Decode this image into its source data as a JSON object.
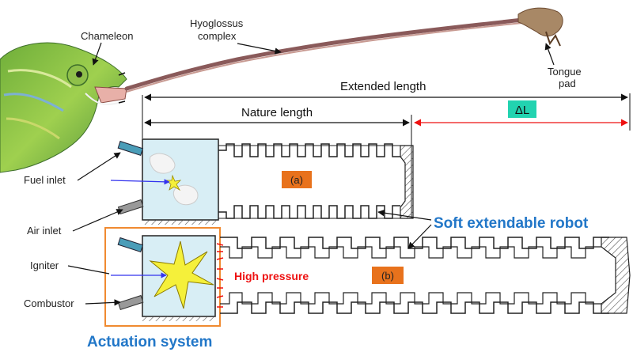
{
  "labels": {
    "chameleon": "Chameleon",
    "hyoglossus_line1": "Hyoglossus",
    "hyoglossus_line2": "complex",
    "tongue_pad_line1": "Tongue",
    "tongue_pad_line2": "pad",
    "extended_length": "Extended length",
    "nature_length": "Nature length",
    "delta_l": "ΔL",
    "fuel_inlet": "Fuel inlet",
    "air_inlet": "Air inlet",
    "igniter": "Igniter",
    "combustor": "Combustor",
    "soft_robot": "Soft extendable robot",
    "high_pressure": "High pressure",
    "tag_a": "(a)",
    "tag_b": "(b)",
    "actuation_system": "Actuation system"
  },
  "colors": {
    "accent_blue": "#2277c8",
    "delta_red": "#ee1111",
    "delta_tag_bg": "#22d3b0",
    "tag_orange": "#e8721c",
    "chamber_fill": "#d8eef5",
    "actuation_frame": "#f08a30",
    "igniter_line": "#3333ee",
    "spark_fill": "#f5f03a"
  }
}
